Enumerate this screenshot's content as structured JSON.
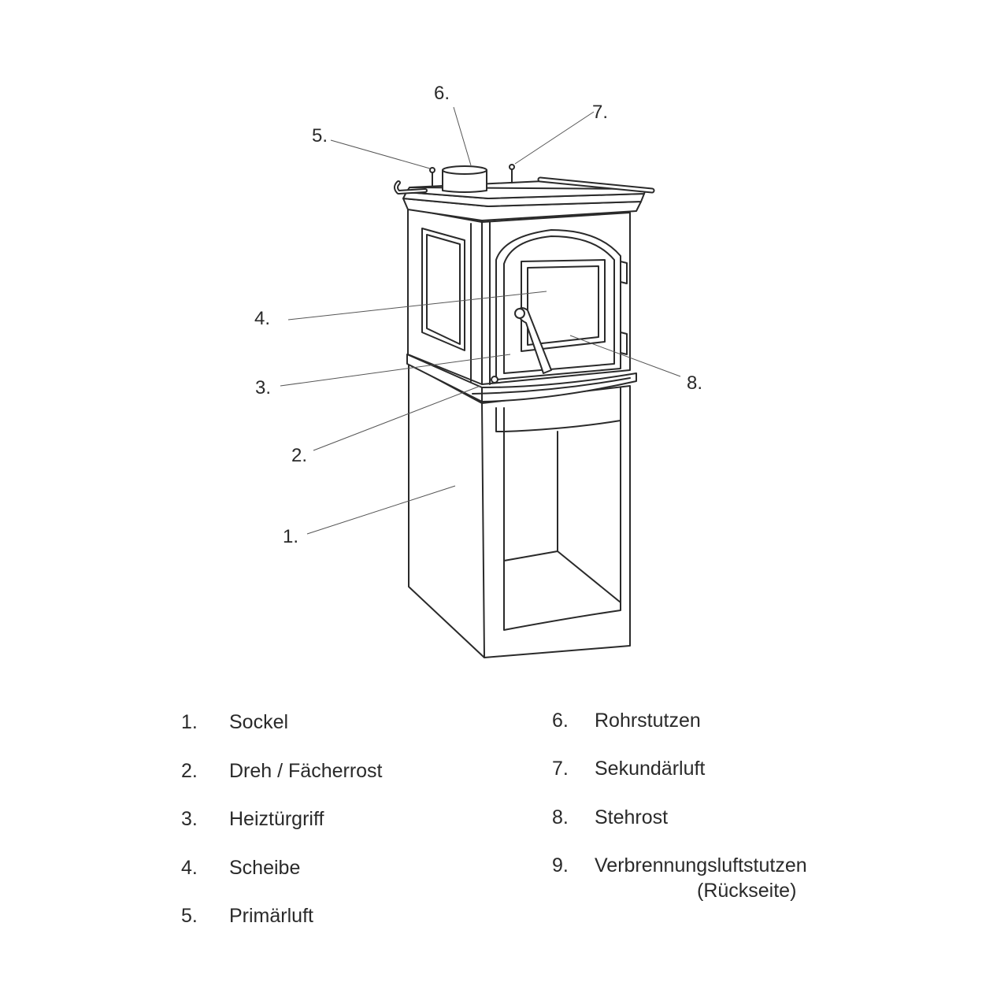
{
  "callouts": [
    {
      "num": "1."
    },
    {
      "num": "2."
    },
    {
      "num": "3."
    },
    {
      "num": "4."
    },
    {
      "num": "5."
    },
    {
      "num": "6."
    },
    {
      "num": "7."
    },
    {
      "num": "8."
    }
  ],
  "legend": [
    {
      "num": "1.",
      "label": "Sockel"
    },
    {
      "num": "2.",
      "label": "Dreh / Fächerrost"
    },
    {
      "num": "3.",
      "label": "Heiztürgriff"
    },
    {
      "num": "4.",
      "label": "Scheibe"
    },
    {
      "num": "5.",
      "label": "Primärluft"
    },
    {
      "num": "6.",
      "label": "Rohrstutzen"
    },
    {
      "num": "7.",
      "label": "Sekundärluft"
    },
    {
      "num": "8.",
      "label": "Stehrost"
    },
    {
      "num": "9.",
      "label": "Verbrennungsluftstutzen",
      "sub": "(Rückseite)"
    }
  ],
  "colors": {
    "line": "#2a2a2a",
    "leader": "#555555",
    "fill": "#ffffff"
  }
}
